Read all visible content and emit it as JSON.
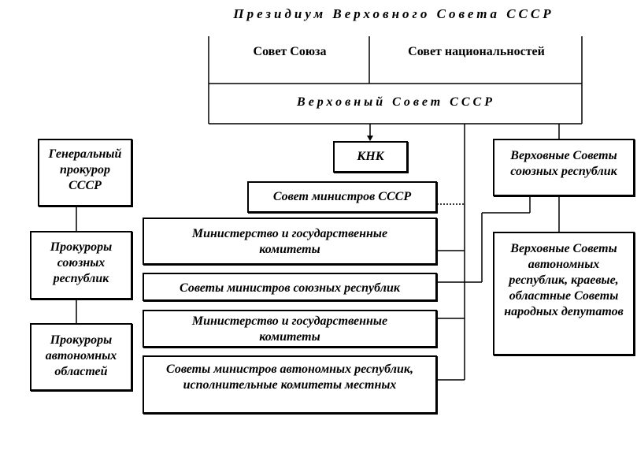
{
  "title": "Президиум Верховного Совета СССР",
  "chambers": {
    "union": "Совет Союза",
    "nationalities": "Совет национальностей"
  },
  "supreme_soviet": "Верховный Совет СССР",
  "knk": "КНК",
  "council_ministers": "Совет министров СССР",
  "ministries_1": "Министерство и государственные комитеты",
  "republic_councils": "Советы министров союзных республик",
  "ministries_2": "Министерство и государственные комитеты",
  "autonomous_councils": "Советы министров автономных республик, исполнительные комитеты местных",
  "prosecutor_general": "Генеральный прокурор СССР",
  "prosecutors_republics": "Прокуроры союзных республик",
  "prosecutors_autonomous": "Прокуроры автономных областей",
  "republic_supreme_soviets": "Верховные Советы союзных республик",
  "autonomous_supreme_soviets": "Верховные Советы автономных республик, краевые, областные Советы народных депутатов"
}
